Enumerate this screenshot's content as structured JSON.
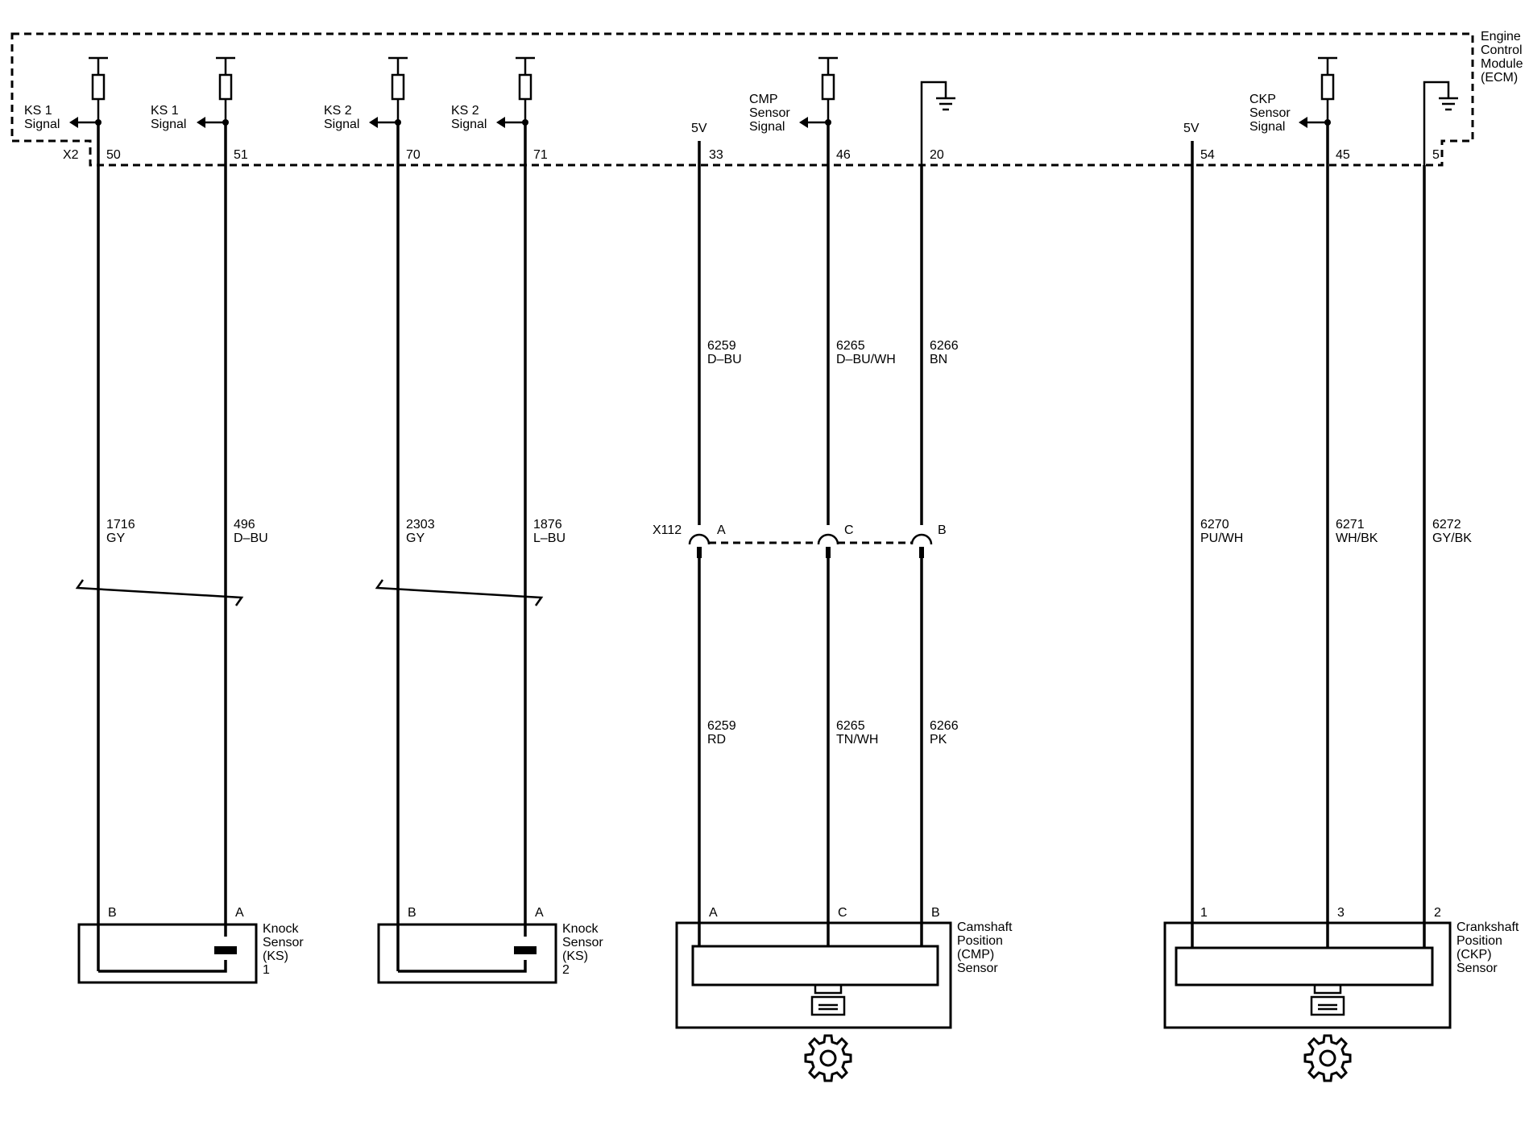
{
  "ecm": {
    "label": [
      "Engine",
      "Control",
      "Module",
      "(ECM)"
    ],
    "connector": "X2"
  },
  "signals": [
    {
      "lines": [
        "KS 1",
        "Signal"
      ]
    },
    {
      "lines": [
        "KS 1",
        "Signal"
      ]
    },
    {
      "lines": [
        "KS 2",
        "Signal"
      ]
    },
    {
      "lines": [
        "KS 2",
        "Signal"
      ]
    },
    {
      "lines": [
        "CMP",
        "Sensor",
        "Signal"
      ]
    },
    {
      "lines": [
        "CKP",
        "Sensor",
        "Signal"
      ]
    }
  ],
  "ref_5v": [
    "5V",
    "5V"
  ],
  "pins": [
    "50",
    "51",
    "70",
    "71",
    "33",
    "46",
    "20",
    "54",
    "45",
    "5"
  ],
  "wire_labels_upper": [
    {
      "circuit": "6259",
      "color": "D–BU"
    },
    {
      "circuit": "6265",
      "color": "D–BU/WH"
    },
    {
      "circuit": "6266",
      "color": "BN"
    }
  ],
  "wire_labels_mid": [
    {
      "circuit": "1716",
      "color": "GY"
    },
    {
      "circuit": "496",
      "color": "D–BU"
    },
    {
      "circuit": "2303",
      "color": "GY"
    },
    {
      "circuit": "1876",
      "color": "L–BU"
    },
    {
      "circuit": "6270",
      "color": "PU/WH"
    },
    {
      "circuit": "6271",
      "color": "WH/BK"
    },
    {
      "circuit": "6272",
      "color": "GY/BK"
    }
  ],
  "wire_labels_lower": [
    {
      "circuit": "6259",
      "color": "RD"
    },
    {
      "circuit": "6265",
      "color": "TN/WH"
    },
    {
      "circuit": "6266",
      "color": "PK"
    }
  ],
  "inline_connector": {
    "name": "X112",
    "pins": [
      "A",
      "C",
      "B"
    ]
  },
  "sensor_pins": [
    "B",
    "A",
    "B",
    "A",
    "A",
    "C",
    "B",
    "1",
    "3",
    "2"
  ],
  "sensors": [
    {
      "lines": [
        "Knock",
        "Sensor",
        "(KS)",
        "1"
      ]
    },
    {
      "lines": [
        "Knock",
        "Sensor",
        "(KS)",
        "2"
      ]
    },
    {
      "lines": [
        "Camshaft",
        "Position",
        "(CMP)",
        "Sensor"
      ]
    },
    {
      "lines": [
        "Crankshaft",
        "Position",
        "(CKP)",
        "Sensor"
      ]
    }
  ]
}
